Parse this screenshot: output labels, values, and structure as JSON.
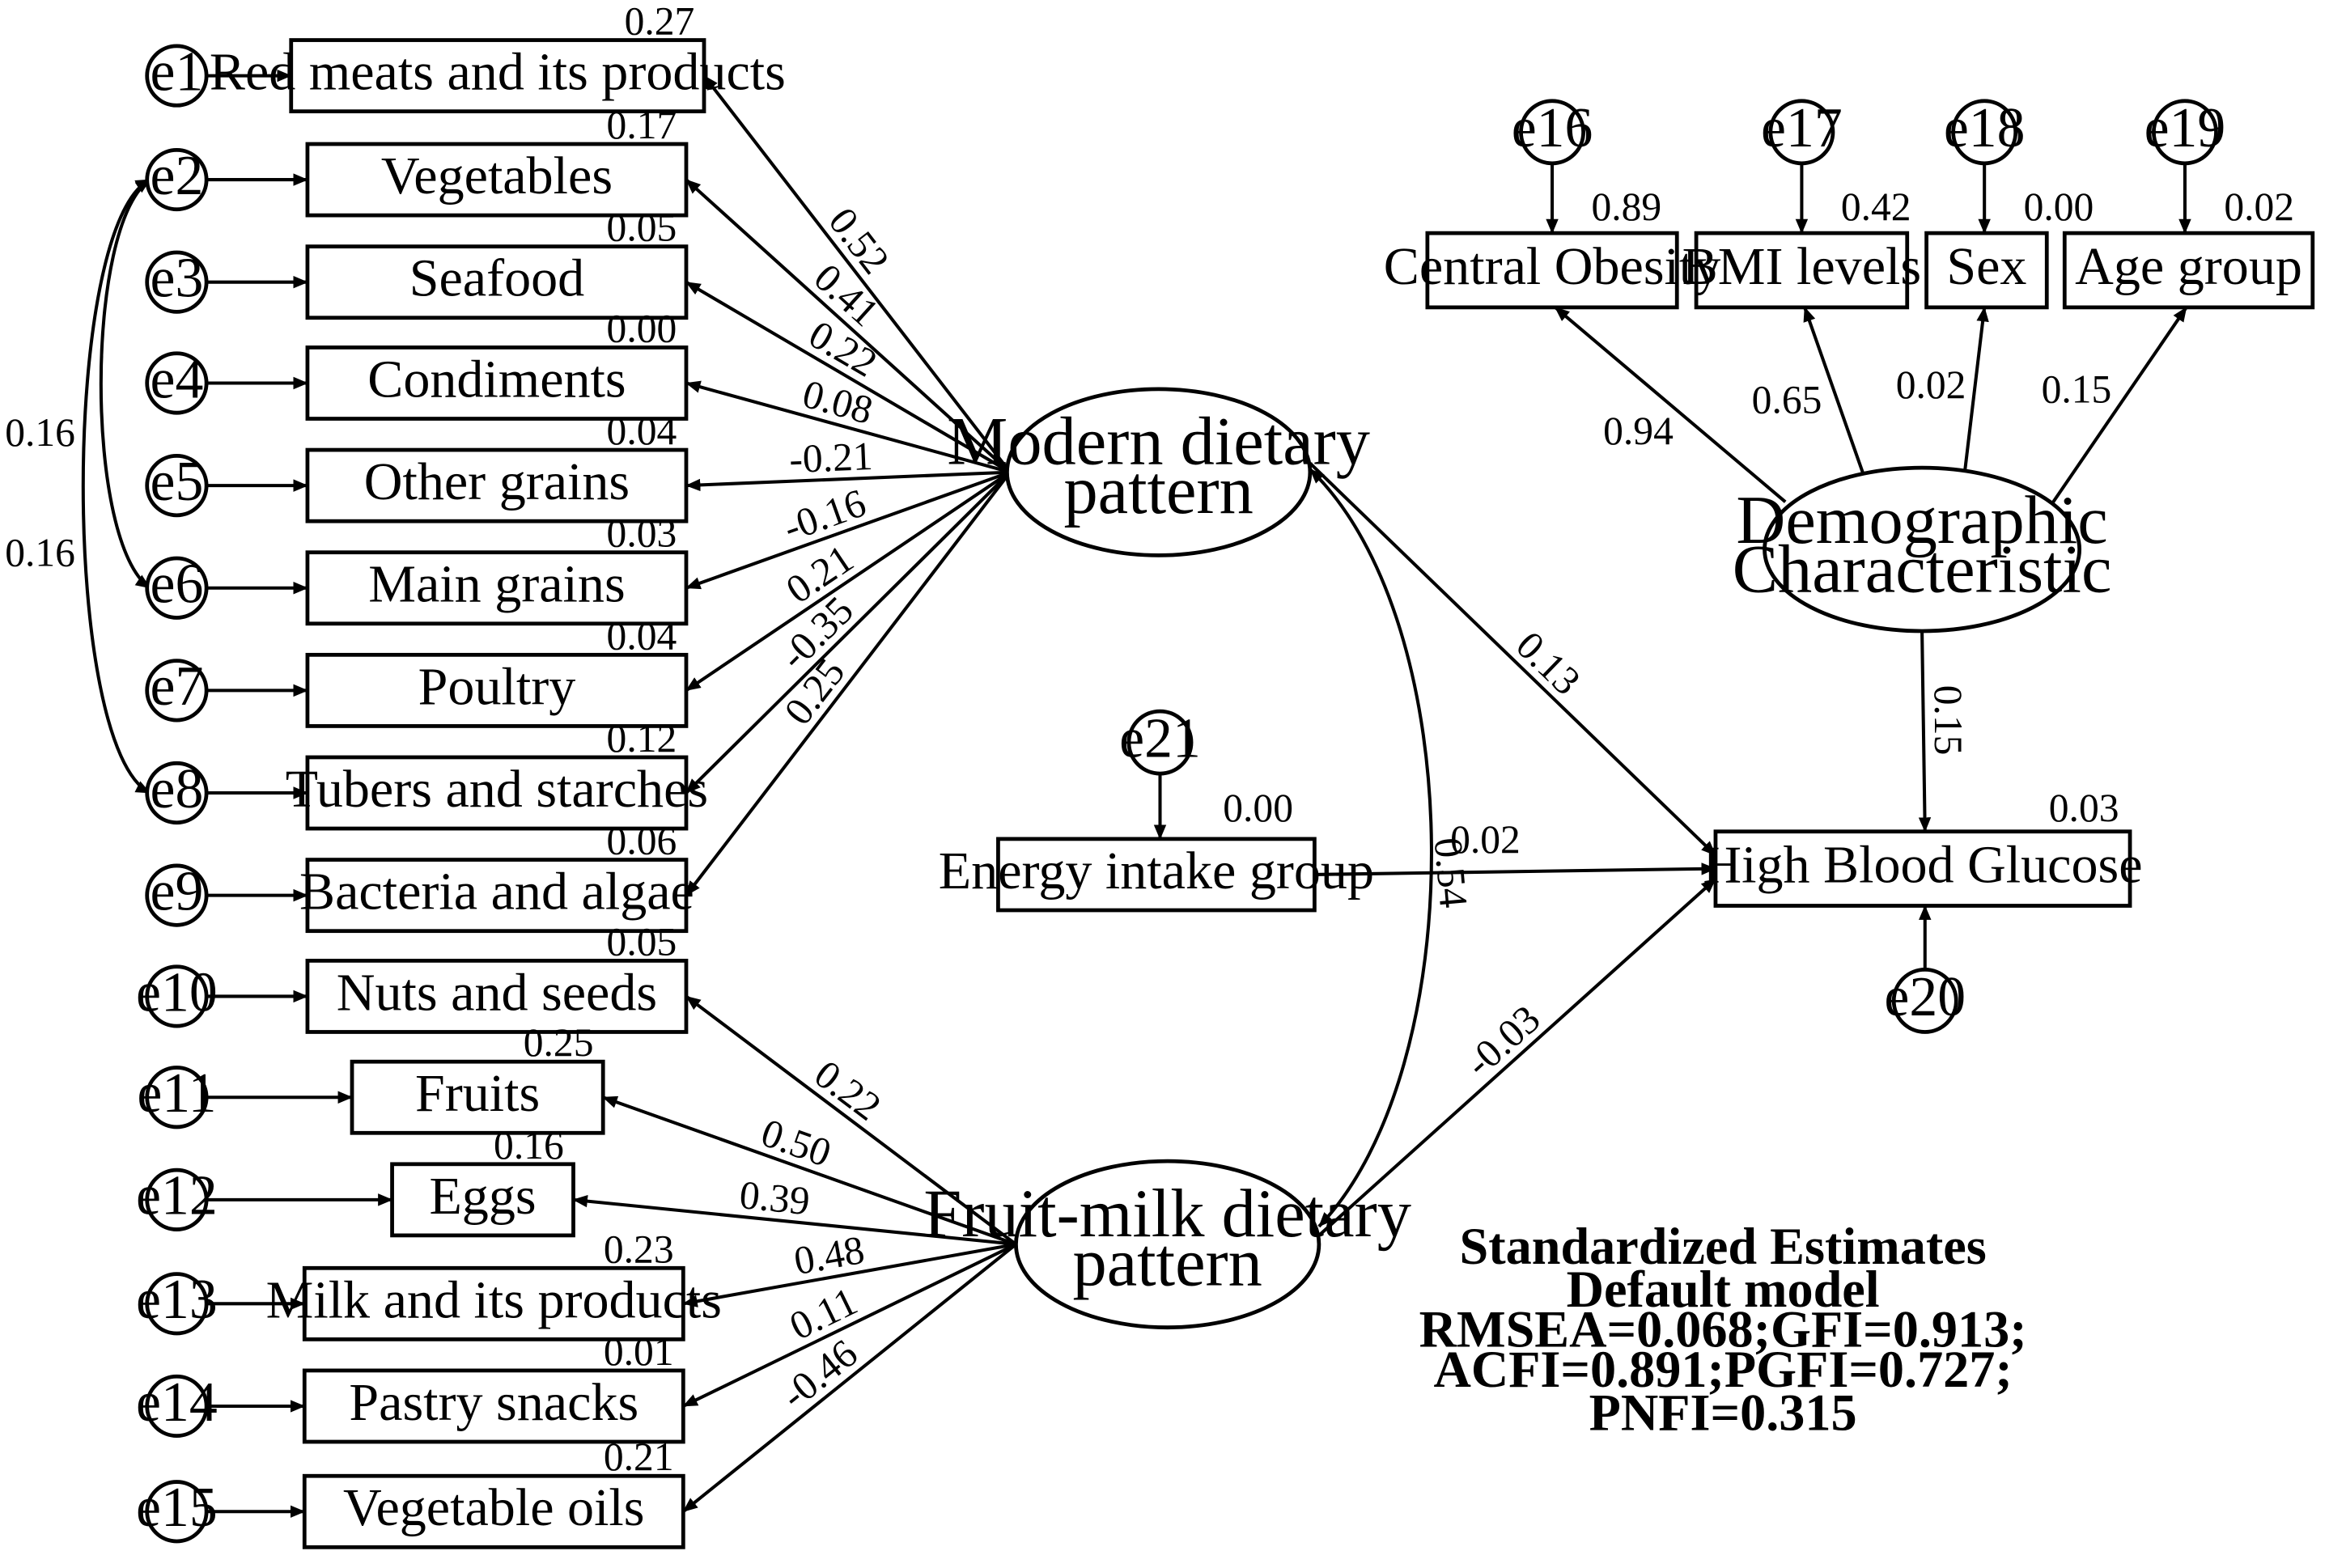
{
  "indicators": [
    {
      "error": "e1",
      "label": "Red meats and its products",
      "r2": "0.27",
      "loading": "0.52"
    },
    {
      "error": "e2",
      "label": "Vegetables",
      "r2": "0.17",
      "loading": "0.41"
    },
    {
      "error": "e3",
      "label": "Seafood",
      "r2": "0.05",
      "loading": "0.22"
    },
    {
      "error": "e4",
      "label": "Condiments",
      "r2": "0.00",
      "loading": "0.08"
    },
    {
      "error": "e5",
      "label": "Other grains",
      "r2": "0.04",
      "loading": "-0.21"
    },
    {
      "error": "e6",
      "label": "Main grains",
      "r2": "0.03",
      "loading": "-0.16"
    },
    {
      "error": "e7",
      "label": "Poultry",
      "r2": "0.04",
      "loading": "0.21"
    },
    {
      "error": "e8",
      "label": "Tubers and starches",
      "r2": "0.12",
      "loading": "-0.35"
    },
    {
      "error": "e9",
      "label": "Bacteria and algae",
      "r2": "0.06",
      "loading": "0.25"
    },
    {
      "error": "e10",
      "label": "Nuts and seeds",
      "r2": "0.05",
      "loading": "0.22"
    },
    {
      "error": "e11",
      "label": "Fruits",
      "r2": "0.25",
      "loading": "0.50"
    },
    {
      "error": "e12",
      "label": "Eggs",
      "r2": "0.16",
      "loading": "0.39"
    },
    {
      "error": "e13",
      "label": "Milk and its products",
      "r2": "0.23",
      "loading": "0.48"
    },
    {
      "error": "e14",
      "label": "Pastry snacks",
      "r2": "0.01",
      "loading": "0.11"
    },
    {
      "error": "e15",
      "label": "Vegetable oils",
      "r2": "0.21",
      "loading": "-0.46"
    }
  ],
  "error_covariances": [
    {
      "from": "e2",
      "to": "e6",
      "value": "0.16"
    },
    {
      "from": "e2",
      "to": "e8",
      "value": "0.16"
    }
  ],
  "latents": {
    "modern": "Modern dietary pattern",
    "modern_lines": [
      "Modern dietary",
      "pattern"
    ],
    "fruitmilk": "Fruit-milk dietary pattern",
    "fruitmilk_lines": [
      "Fruit-milk dietary",
      "pattern"
    ],
    "demographic": "Demographic Characteristic",
    "demographic_lines": [
      "Demographic",
      "Characteristic"
    ]
  },
  "demographic_indicators": [
    {
      "error": "e16",
      "label": "Central Obesity",
      "r2": "0.89",
      "loading": "0.94"
    },
    {
      "error": "e17",
      "label": "BMI levels",
      "r2": "0.42",
      "loading": "0.65"
    },
    {
      "error": "e18",
      "label": "Sex",
      "r2": "0.00",
      "loading": "0.02"
    },
    {
      "error": "e19",
      "label": "Age group",
      "r2": "0.02",
      "loading": "0.15"
    }
  ],
  "energy": {
    "error": "e21",
    "label": "Energy intake group",
    "r2": "0.00"
  },
  "outcome": {
    "error": "e20",
    "label": "High Blood Glucose",
    "r2": "0.03"
  },
  "paths": {
    "modern_to_outcome": "0.13",
    "energy_to_outcome": "0.02",
    "fruitmilk_to_outcome": "-0.03",
    "demographic_to_outcome": "0.15",
    "modern_fruitmilk_cov": "0.54"
  },
  "fit_stats": [
    "Standardized Estimates",
    "Default model",
    "RMSEA=0.068;GFI=0.913;",
    "ACFI=0.891;PGFI=0.727;",
    "PNFI=0.315"
  ]
}
